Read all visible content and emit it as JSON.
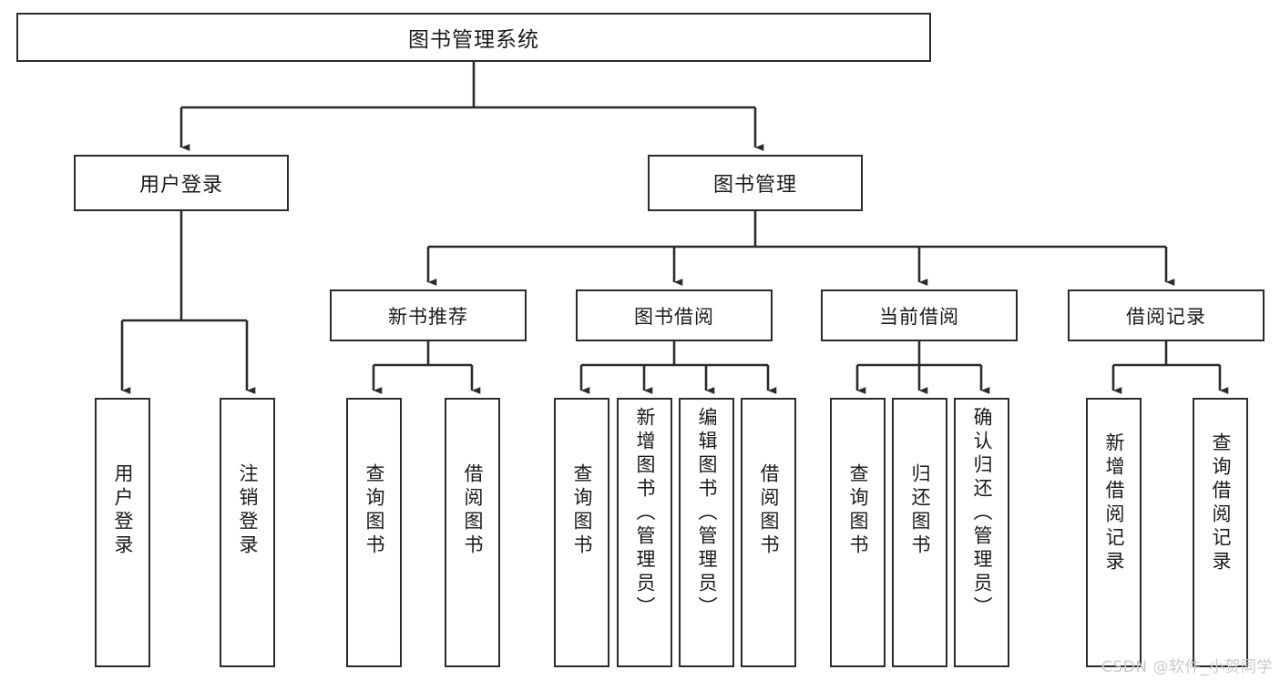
{
  "diagram": {
    "title": "图书管理系统",
    "type": "tree",
    "theme": {
      "stroke": "#2b2b2b",
      "fill": "#ffffff",
      "text": "#1a1a1a",
      "watermark_color": "#c9c9c9",
      "background": "#ffffff"
    },
    "root": {
      "id": "root",
      "label": "图书管理系统"
    },
    "level2": [
      {
        "id": "user-login",
        "label": "用户登录"
      },
      {
        "id": "book-manage",
        "label": "图书管理"
      }
    ],
    "level3": [
      {
        "id": "new-book-rec",
        "label": "新书推荐"
      },
      {
        "id": "book-borrow",
        "label": "图书借阅"
      },
      {
        "id": "current-borrow",
        "label": "当前借阅"
      },
      {
        "id": "borrow-record",
        "label": "借阅记录"
      }
    ],
    "leaves": {
      "user-login": [
        {
          "id": "leaf-user-login",
          "label": "用户登录"
        },
        {
          "id": "leaf-logout",
          "label": "注销登录"
        }
      ],
      "new-book-rec": [
        {
          "id": "leaf-query-book-1",
          "label": "查询图书"
        },
        {
          "id": "leaf-borrow-book-1",
          "label": "借阅图书"
        }
      ],
      "book-borrow": [
        {
          "id": "leaf-query-book-2",
          "label": "查询图书"
        },
        {
          "id": "leaf-add-book",
          "label": "新增图书（管理员）"
        },
        {
          "id": "leaf-edit-book",
          "label": "编辑图书（管理员）"
        },
        {
          "id": "leaf-borrow-book-2",
          "label": "借阅图书"
        }
      ],
      "current-borrow": [
        {
          "id": "leaf-query-book-3",
          "label": "查询图书"
        },
        {
          "id": "leaf-return-book",
          "label": "归还图书"
        },
        {
          "id": "leaf-confirm-return",
          "label": "确认归还（管理员）"
        }
      ],
      "borrow-record": [
        {
          "id": "leaf-add-record",
          "label": "新增借阅记录"
        },
        {
          "id": "leaf-query-record",
          "label": "查询借阅记录"
        }
      ]
    }
  },
  "watermark": {
    "text": "CSDN @软件_小贺同学"
  }
}
